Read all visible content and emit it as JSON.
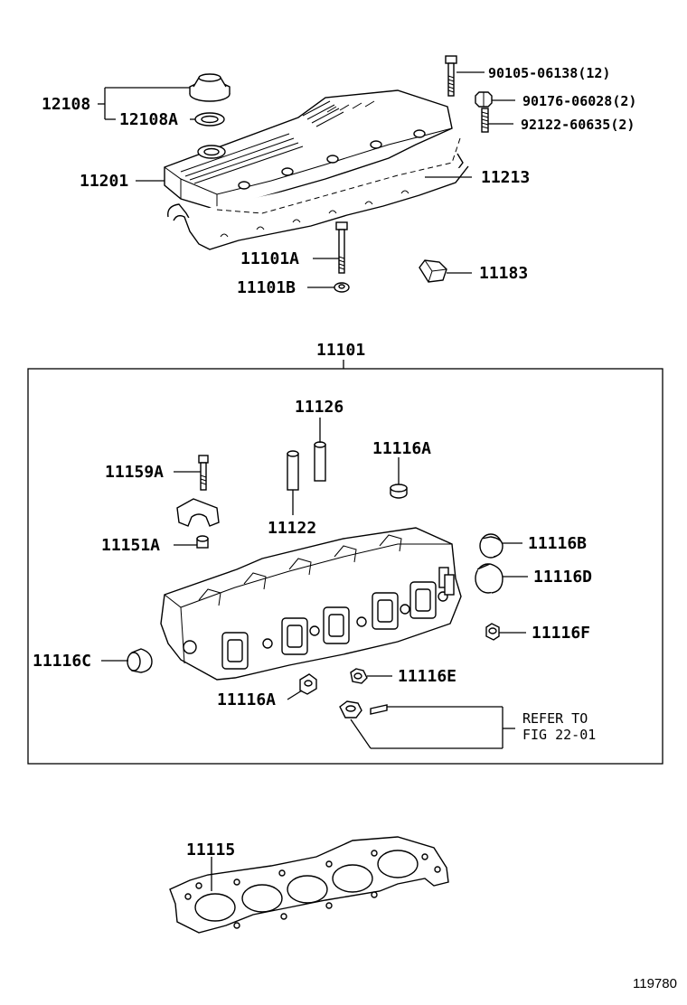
{
  "parts": {
    "p12108": "12108",
    "p12108a": "12108A",
    "p11201": "11201",
    "p90105": "90105-06138(12)",
    "p90176": "90176-06028(2)",
    "p92122": "92122-60635(2)",
    "p11213": "11213",
    "p11101a": "11101A",
    "p11101b": "11101B",
    "p11183": "11183",
    "p11101": "11101",
    "p11126": "11126",
    "p11116a_top": "11116A",
    "p11159a": "11159A",
    "p11122": "11122",
    "p11151a": "11151A",
    "p11116b": "11116B",
    "p11116d": "11116D",
    "p11116f": "11116F",
    "p11116c": "11116C",
    "p11116e": "11116E",
    "p11116a_bottom": "11116A",
    "refer_line1": "REFER TO",
    "refer_line2": "FIG 22-01",
    "p11115": "11115"
  },
  "figure_number": "119780"
}
